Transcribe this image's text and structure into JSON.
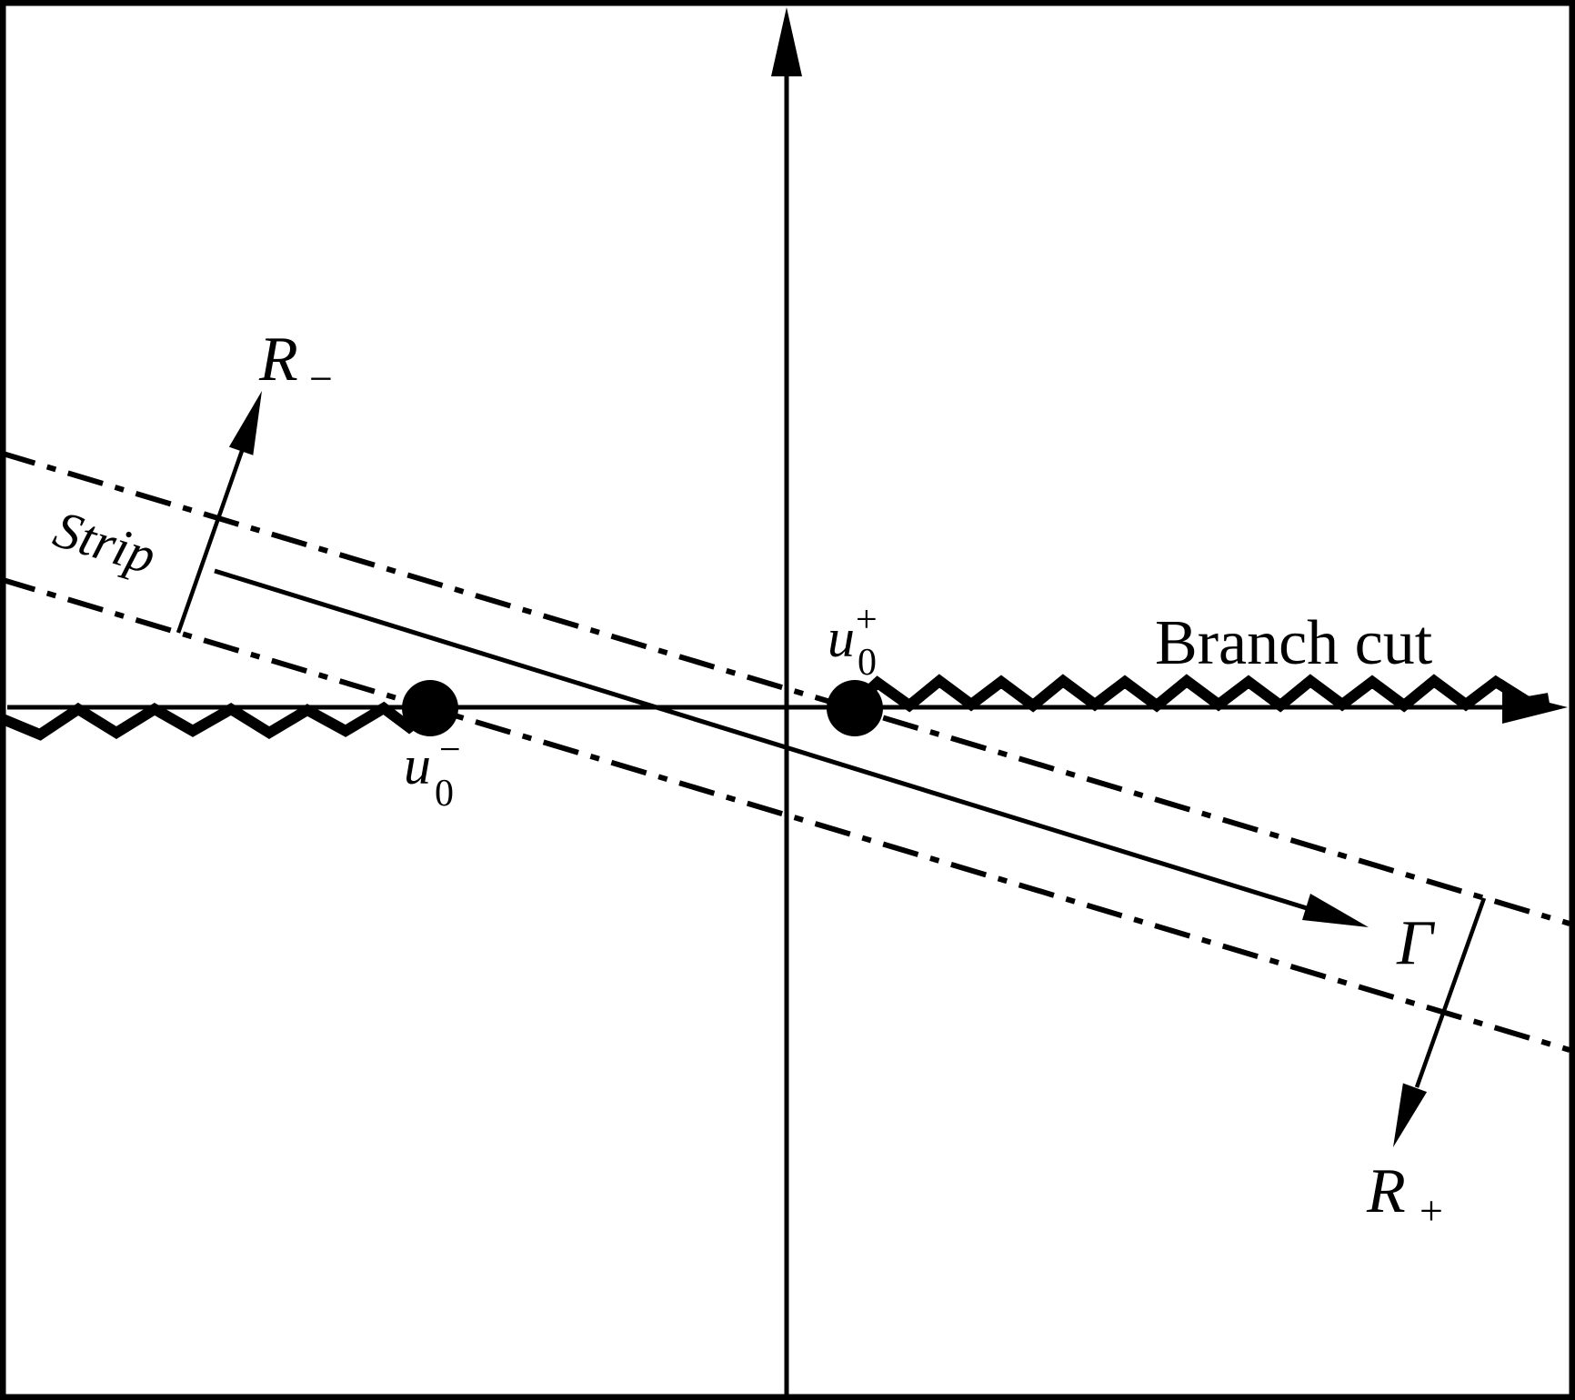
{
  "figure": {
    "description": "Complex-plane diagram of an inclined strip between two branch points with branch cuts and transverse region arrows",
    "background_color": "#ffffff",
    "stroke_color": "#000000",
    "labels": {
      "strip": "Strip",
      "branch_cut": "Branch cut",
      "gamma": "Γ",
      "r_minus": {
        "base": "R",
        "sub": "−"
      },
      "r_plus": {
        "base": "R",
        "sub": "+"
      },
      "u0_minus": {
        "base": "u",
        "sub": "0",
        "sup": "−"
      },
      "u0_plus": {
        "base": "u",
        "sub": "0",
        "sup": "+"
      }
    }
  }
}
